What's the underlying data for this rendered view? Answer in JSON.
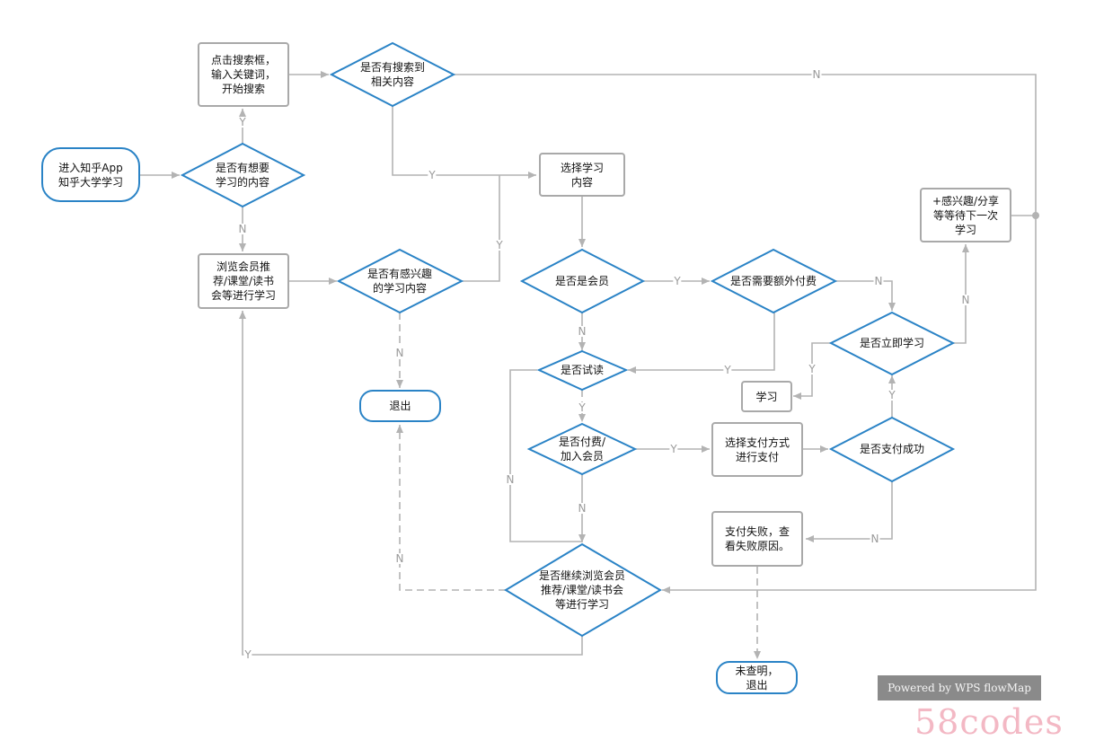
{
  "nodes": {
    "start": "进入知乎App\n知乎大学学习",
    "want": "是否有想要\n学习的内容",
    "search_box": "点击搜索框，\n输入关键词，\n开始搜索",
    "search_found": "是否有搜索到\n相关内容",
    "choose": "选择学习\n内容",
    "browse": "浏览会员推\n荐/课堂/读书\n会等进行学习",
    "interest": "是否有感兴趣\n的学习内容",
    "exit1": "退出",
    "member": "是否是会员",
    "extra_pay": "是否需要额外付费",
    "trial": "是否试读",
    "pay_join": "是否付费/\n加入会员",
    "pay_method": "选择支付方式\n进行支付",
    "pay_success": "是否支付成功",
    "learn_now": "是否立即学习",
    "learn": "学习",
    "share": "+感兴趣/分享\n等等待下一次\n学习",
    "fail": "支付失败，查\n看失败原因。",
    "continue": "是否继续浏览会员\n推荐/课堂/读书会\n等进行学习",
    "exit2": "未查明，\n退出"
  },
  "labels": {
    "yes": "Y",
    "no": "N"
  },
  "watermark": "Powered by WPS flowMap",
  "brand": "58codes",
  "colors": {
    "decision": "#2a83c6",
    "process": "#a9a9a9",
    "edge": "#b3b3b3",
    "text": "#111111"
  }
}
